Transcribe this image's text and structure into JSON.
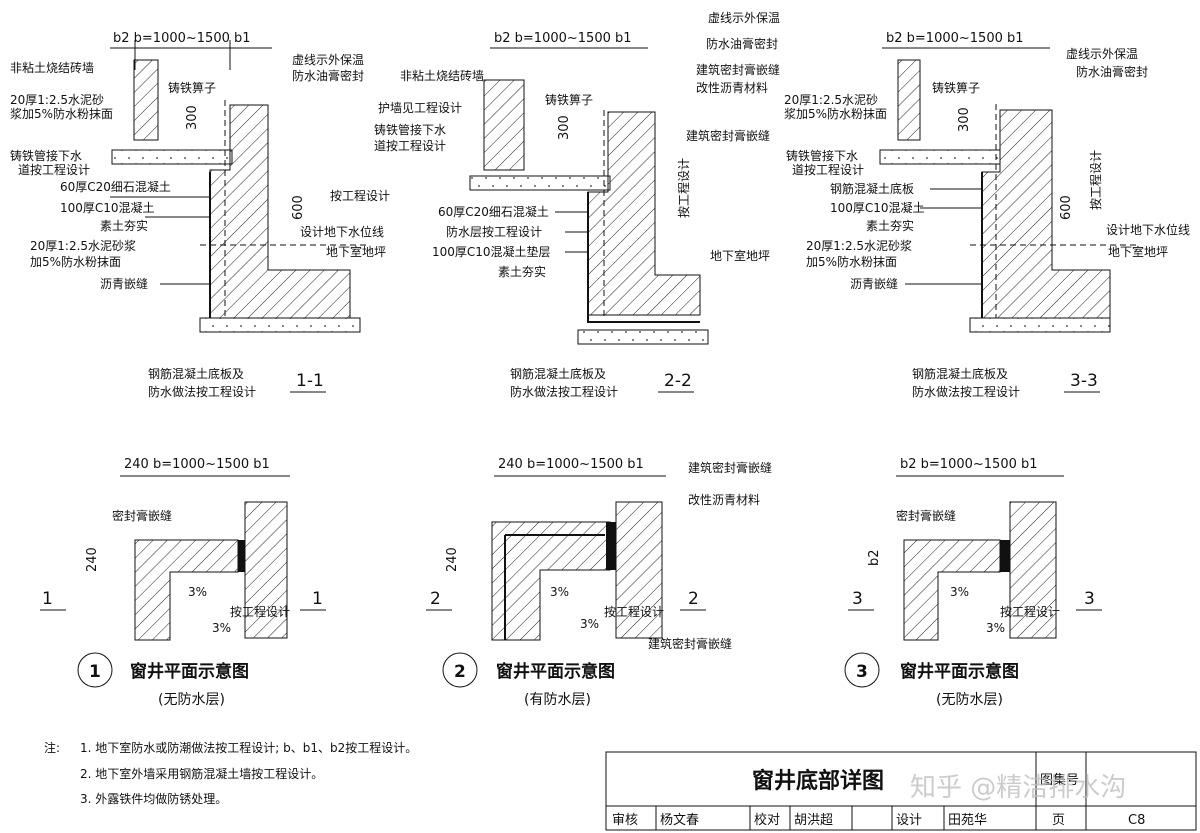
{
  "dims": {
    "top_b2_b1": "b2 b=1000~1500 b1",
    "plan_240_b1": "240 b=1000~1500 b1",
    "d300": "300",
    "d600": "600",
    "d240": "240",
    "db2": "b2",
    "slope": "3%"
  },
  "sec1": {
    "labels": [
      "非粘土烧结砖墙",
      "20厚1:2.5水泥砂",
      "浆加5%防水粉抹面",
      "铸铁管接下水",
      "道按工程设计",
      "60厚C20细石混凝土",
      "100厚C10混凝土",
      "素土夯实",
      "20厚1:2.5水泥砂浆",
      "加5%防水粉抹面",
      "沥青嵌缝",
      "铸铁箅子",
      "虚线示外保温",
      "防水油膏密封",
      "按工程设计",
      "设计地下水位线",
      "地下室地坪"
    ],
    "bottom": [
      "钢筋混凝土底板及",
      "防水做法按工程设计"
    ],
    "tag": "1-1"
  },
  "sec2": {
    "labels": [
      "非粘土烧结砖墙",
      "护墙见工程设计",
      "铸铁管接下水",
      "道按工程设计",
      "60厚C20细石混凝土",
      "防水层按工程设计",
      "100厚C10混凝土垫层",
      "素土夯实",
      "铸铁箅子",
      "虚线示外保温",
      "防水油膏密封",
      "建筑密封膏嵌缝",
      "改性沥青材料",
      "建筑密封膏嵌缝",
      "按工程设计",
      "地下室地坪"
    ],
    "bottom": [
      "钢筋混凝土底板及",
      "防水做法按工程设计"
    ],
    "tag": "2-2"
  },
  "sec3": {
    "labels": [
      "20厚1:2.5水泥砂",
      "浆加5%防水粉抹面",
      "铸铁管接下水",
      "道按工程设计",
      "钢筋混凝土底板",
      "100厚C10混凝土",
      "素土夯实",
      "20厚1:2.5水泥砂浆",
      "加5%防水粉抹面",
      "沥青嵌缝",
      "铸铁箅子",
      "虚线示外保温",
      "防水油膏密封",
      "按工程设计",
      "设计地下水位线",
      "地下室地坪"
    ],
    "bottom": [
      "钢筋混凝土底板及",
      "防水做法按工程设计"
    ],
    "tag": "3-3"
  },
  "plan1": {
    "num": "1",
    "title": "窗井平面示意图",
    "sub": "(无防水层)",
    "seal": "密封膏嵌缝",
    "design": "按工程设计",
    "cut": "1"
  },
  "plan2": {
    "num": "2",
    "title": "窗井平面示意图",
    "sub": "(有防水层)",
    "seal1": "建筑密封膏嵌缝",
    "seal2": "改性沥青材料",
    "seal3": "建筑密封膏嵌缝",
    "design": "按工程设计",
    "cut": "2"
  },
  "plan3": {
    "num": "3",
    "title": "窗井平面示意图",
    "sub": "(无防水层)",
    "seal": "密封膏嵌缝",
    "design": "按工程设计",
    "cut": "3"
  },
  "notes": {
    "head": "注:",
    "items": [
      "1. 地下室防水或防潮做法按工程设计; b、b1、b2按工程设计。",
      "2. 地下室外墙采用钢筋混凝土墙按工程设计。",
      "3. 外露铁件均做防锈处理。"
    ]
  },
  "title_block": {
    "title": "窗井底部详图",
    "atlas": "图集号",
    "page": "页",
    "page_no": "C8",
    "row": [
      "审核",
      "杨文春",
      "校对",
      "胡洪超",
      "设计",
      "田苑华"
    ]
  },
  "watermark": "知乎 @精洁排水沟"
}
